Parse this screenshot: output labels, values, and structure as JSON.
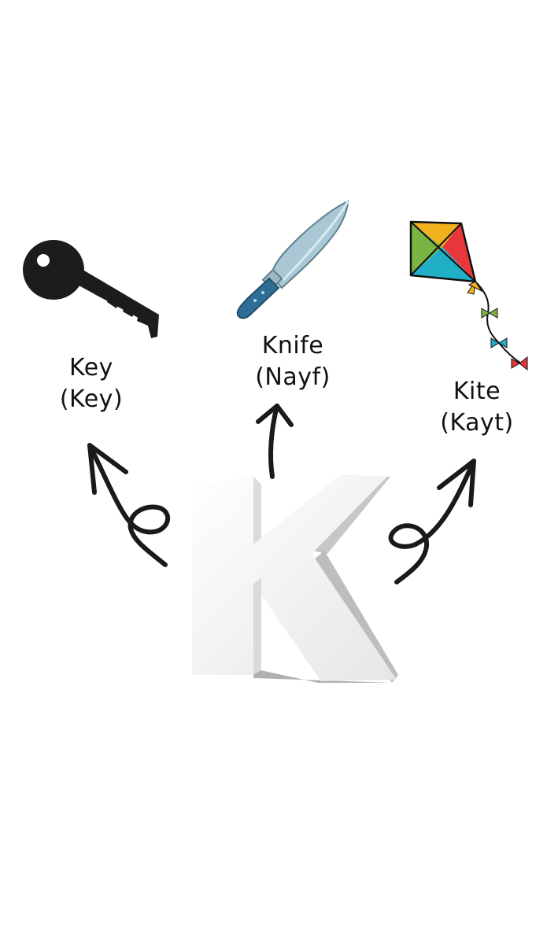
{
  "letter": {
    "char": "K",
    "face_color": "#f2f2f2",
    "side_color": "#c9c9c9"
  },
  "items": [
    {
      "word": "Key",
      "pronunciation": "(Key)",
      "icon": "key-icon"
    },
    {
      "word": "Knife",
      "pronunciation": "(Nayf)",
      "icon": "knife-icon"
    },
    {
      "word": "Kite",
      "pronunciation": "(Kayt)",
      "icon": "kite-icon"
    }
  ],
  "colors": {
    "key": "#1e1c1a",
    "knife_blade": "#a9c7d4",
    "knife_handle": "#2e6e96",
    "kite_yellow": "#f2b21e",
    "kite_red": "#e8373a",
    "kite_green": "#7ab544",
    "kite_cyan": "#1fb0c8"
  }
}
